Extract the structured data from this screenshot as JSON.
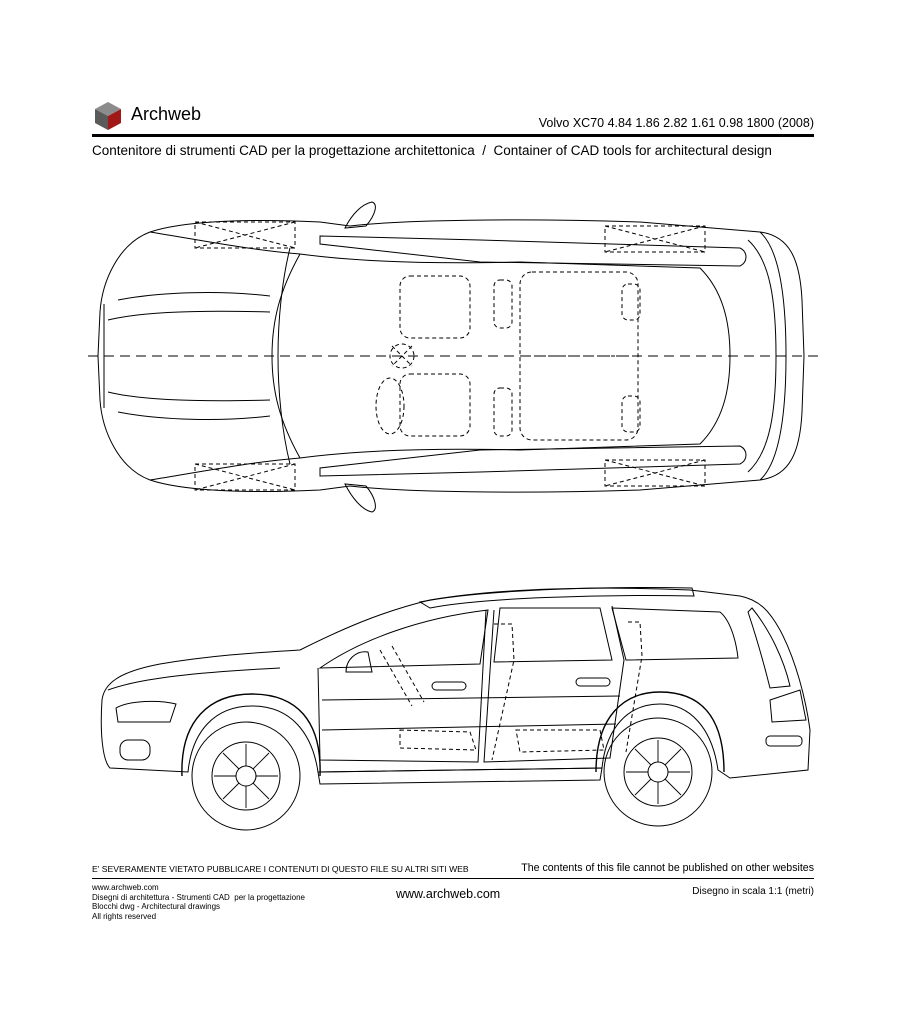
{
  "header": {
    "brand": "Archweb",
    "model_spec": "Volvo XC70 4.84 1.86 2.82 1.61 0.98 1800 (2008)",
    "subtitle": "Contenitore di strumenti CAD per la progettazione architettonica  /  Container of CAD tools for architectural design",
    "logo_icon": "cube-logo-icon",
    "logo_colors": {
      "top": "#8c8c8c",
      "left": "#5a5a5a",
      "right": "#a01818"
    }
  },
  "footer": {
    "warning_it": "E' SEVERAMENTE VIETATO PUBBLICARE I CONTENUTI DI QUESTO FILE SU ALTRI SITI WEB",
    "warning_en": "The contents of this file cannot be published on other websites",
    "left_lines": [
      "www.archweb.com",
      "Disegni di architettura - Strumenti CAD  per la progettazione",
      "Blocchi dwg - Architectural drawings",
      "All rights reserved"
    ],
    "center_url": "www.archweb.com",
    "scale_note": "Disegno in scala 1:1 (metri)"
  }
}
